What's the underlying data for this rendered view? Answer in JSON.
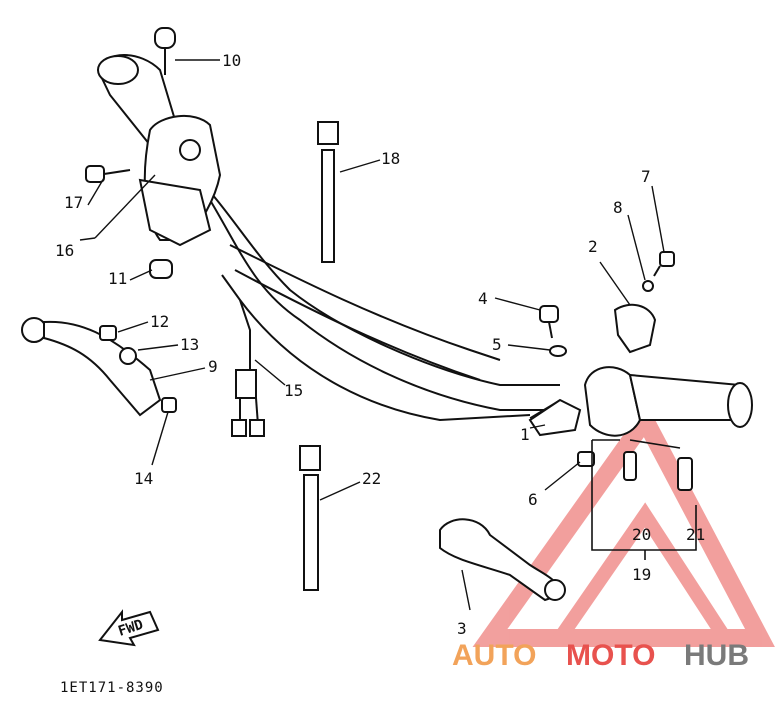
{
  "diagram": {
    "callouts": {
      "c1": "1",
      "c2": "2",
      "c3": "3",
      "c4": "4",
      "c5": "5",
      "c6": "6",
      "c7": "7",
      "c8": "8",
      "c9": "9",
      "c10": "10",
      "c11": "11",
      "c12": "12",
      "c13": "13",
      "c14": "14",
      "c15": "15",
      "c16": "16",
      "c17": "17",
      "c18": "18",
      "c19": "19",
      "c20": "20",
      "c21": "21",
      "c22": "22"
    },
    "fwd_label": "FWD",
    "part_code": "1ET171-8390"
  },
  "watermark": {
    "part1": "AUTO",
    "part2": "MOTO",
    "part3": "HUB",
    "colors": {
      "red": "#e8524e",
      "orange": "#f2a35a",
      "gray": "#7a7a7a"
    }
  }
}
